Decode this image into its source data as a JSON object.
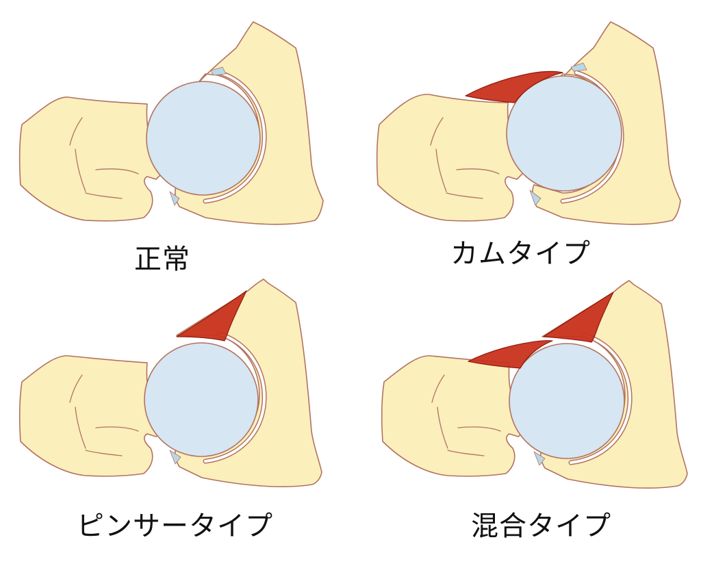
{
  "colors": {
    "bone": "#fbefbc",
    "bone_outline": "#b27260",
    "femoral_head": "#d6e6f2",
    "cartilage": "#b8d8ea",
    "lesion": "#c8321e",
    "lesion_dark": "#8e1a0c",
    "joint_space": "#ffffff"
  },
  "panels": [
    {
      "id": "normal",
      "label": "正常",
      "cam": false,
      "pincer": false
    },
    {
      "id": "cam",
      "label": "カムタイプ",
      "cam": true,
      "pincer": false
    },
    {
      "id": "pincer",
      "label": "ピンサータイプ",
      "cam": false,
      "pincer": true
    },
    {
      "id": "mixed",
      "label": "混合タイプ",
      "cam": true,
      "pincer": true
    }
  ]
}
